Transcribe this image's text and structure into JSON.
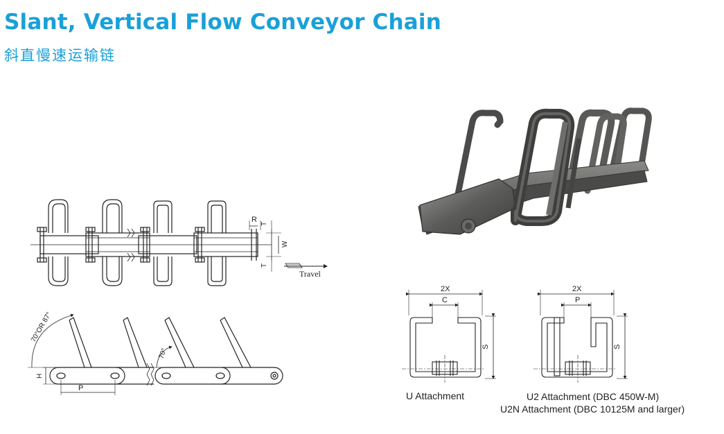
{
  "header": {
    "title": "Slant, Vertical Flow Conveyor Chain",
    "subtitle": "斜直慢速运输链"
  },
  "top_drawing": {
    "label_r": "R",
    "label_t_top": "T",
    "label_w": "W",
    "label_t_bottom": "T",
    "travel": "Travel"
  },
  "side_drawing": {
    "angle_left": "70°OR 87°",
    "angle_right": "70°",
    "label_h": "H",
    "label_p": "P"
  },
  "u_attachment": {
    "dim_2x": "2X",
    "dim_c": "C",
    "dim_s": "S",
    "caption": "U Attachment"
  },
  "u2_attachment": {
    "dim_2x": "2X",
    "dim_p": "P",
    "dim_s": "S",
    "caption_line1": "U2 Attachment (DBC 450W-M)",
    "caption_line2": "U2N Attachment (DBC 10125M and larger)"
  }
}
